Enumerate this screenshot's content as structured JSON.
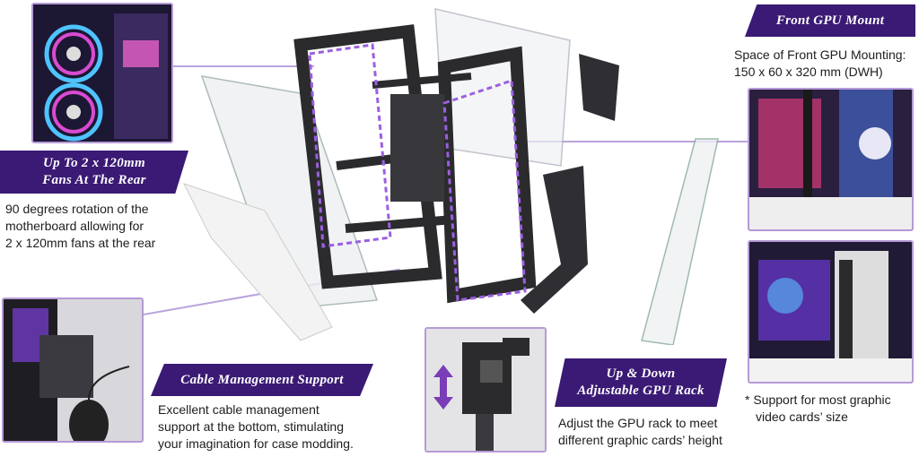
{
  "colors": {
    "banner": "#3a1a74",
    "accent": "#b69ad6",
    "frame": "#2b2b2e"
  },
  "rear_fans": {
    "banner": "Up To 2 x 120mm\nFans At The Rear",
    "lines": [
      "90 degrees rotation of the",
      "motherboard allowing for",
      "2 x 120mm fans at the rear"
    ]
  },
  "front_gpu": {
    "banner": "Front GPU Mount",
    "lines": [
      "Space of Front GPU Mounting:",
      "150 x 60 x 320 mm (DWH)"
    ]
  },
  "support": {
    "lines": [
      "* Support for most graphic",
      "video cards’ size"
    ]
  },
  "cable": {
    "banner": "Cable Management Support",
    "lines": [
      "Excellent cable management",
      "support at the bottom, stimulating",
      "your imagination for case modding."
    ]
  },
  "gpu_rack": {
    "banner": "Up & Down\nAdjustable GPU Rack",
    "lines": [
      "Adjust the GPU rack to meet",
      "different graphic cards’ height"
    ]
  },
  "icons": {
    "updown": "up-down-arrow-icon"
  }
}
